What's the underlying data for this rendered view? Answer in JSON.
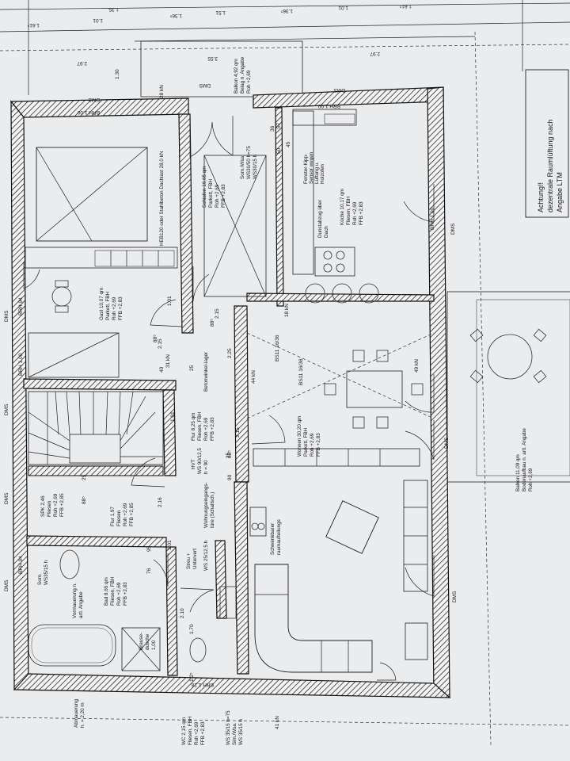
{
  "notice": {
    "lines": [
      "Achtung!!",
      "dezentrale Raumlüftung nach",
      "Angabe LTM"
    ]
  },
  "rooms": [
    {
      "id": "schlafen",
      "lines": [
        "Schlafen 16,65 qm",
        "Parkett, FBH",
        "Roh +2,69",
        "FFB +2,83"
      ]
    },
    {
      "id": "kueche",
      "lines": [
        "Küche 10,17 qm",
        "Fliesen, FBH",
        "Roh +2,69",
        "FFB +2,83"
      ]
    },
    {
      "id": "gast",
      "lines": [
        "Gast 10,07 qm",
        "Parkett, FBH",
        "Roh +2,69",
        "FFB +2,83"
      ]
    },
    {
      "id": "wohnen",
      "lines": [
        "Wohnen 30,20 qm",
        "Parkett, FBH",
        "Roh +2,69",
        "FFB +2,83"
      ]
    },
    {
      "id": "flur",
      "lines": [
        "Flur 8,25 qm",
        "Fliesen, FBH",
        "Roh +2,69",
        "FFB +2,83"
      ]
    },
    {
      "id": "spk",
      "lines": [
        "SPK 2,46",
        "Fliesen",
        "Roh +2,69",
        "FFB +2,85"
      ]
    },
    {
      "id": "flur2",
      "lines": [
        "Flur 1,97",
        "Fliesen",
        "Roh +2,69",
        "FFB +2,85"
      ]
    },
    {
      "id": "bad",
      "lines": [
        "Bad 8,65 qm",
        "Fliesen, FBH",
        "Roh +2,69",
        "FFB +2,83"
      ]
    },
    {
      "id": "wc",
      "lines": [
        "WC 2,15 qm",
        "Fliesen, FBH",
        "Roh +2,69",
        "FFB +2,83"
      ]
    },
    {
      "id": "balkon_top",
      "lines": [
        "Balkon 4,92 qm",
        "Belag n. Angabe",
        "Roh +2,69"
      ]
    },
    {
      "id": "balkon_right",
      "lines": [
        "Balkon 11,09 qm",
        "Bodenaufbau n. artl. Angabe",
        "Roh +2,69"
      ]
    }
  ],
  "notes": {
    "herd": "HEB120 oder Stahlbeton Dachlast 28,0 kN",
    "dunstabzug": [
      "Dunstabzug über",
      "Dach"
    ],
    "fenster": [
      "Fenster-Kipp-",
      "Sensor wegen",
      "Lüftung u.",
      "Holzofen"
    ],
    "schwenk": [
      "Schwenkbarer",
      "raumaufteilungs"
    ],
    "wohnungseingang": [
      "Wohnungseingangs-",
      "türe (Schallsch.)"
    ],
    "streu": [
      "Streu +",
      "Unterverf."
    ],
    "brause": [
      "Brause-",
      "dusche",
      "1,00"
    ],
    "vormauerung": [
      "Vormauerung n.",
      "artl. Angabe"
    ],
    "abmauerung": [
      "Abmauerung",
      "h. = 2,20 m"
    ],
    "betonwinkel": "Betonwinkel-lager",
    "hvt": "HVT",
    "ws_flur": [
      "WS 90/12,5",
      "h = 90"
    ],
    "ws_streu": "WS 25/12,5 h",
    "ws_wc": [
      "WS 35/15 h=75",
      "Sim./Wsa.",
      "WS 35/15 h"
    ],
    "som_bad": [
      "Som.",
      "WS35/15 h"
    ],
    "som_schlafen": [
      "Som./Wsa.",
      "WS30/50 h=75",
      "WS30/15 h"
    ]
  },
  "dimensions": {
    "top": [
      "1.61⁵",
      "1.01",
      "1.35",
      "1.36⁵",
      "1.51",
      "1.36⁵",
      "1.01",
      "1.61⁵"
    ],
    "top_mid": [
      "2.97",
      "3.55",
      "2.97",
      "1.30"
    ],
    "inner": [
      "2.15",
      "88⁵",
      "1.01",
      "2.15",
      "88⁵",
      "2.25",
      "2.15",
      "1.01",
      "40",
      "25",
      "25",
      "90",
      "95",
      "76",
      "88⁵",
      "2.16",
      "36",
      "50",
      "57",
      "45",
      "25",
      "1.01",
      "2.10",
      "1.70",
      "1.2⁵",
      "88⁵"
    ],
    "loads": [
      "28 kN",
      "18 kN",
      "44 kN",
      "49 kN",
      "41 kN",
      "31 kN"
    ],
    "openings": [
      "BRH 1.00",
      "BRH 1.00",
      "BRH 94",
      "BRH 94",
      "BRH 1.00",
      "BRH 1.00",
      "BRH 1.28"
    ],
    "lintels": [
      "BS11 16/36",
      "BS11 16/36"
    ],
    "dms": [
      "DMS",
      "DMS",
      "DMS",
      "DMS",
      "DMS",
      "DMS",
      "DMS",
      "DMS",
      "DMS",
      "DMS"
    ]
  }
}
